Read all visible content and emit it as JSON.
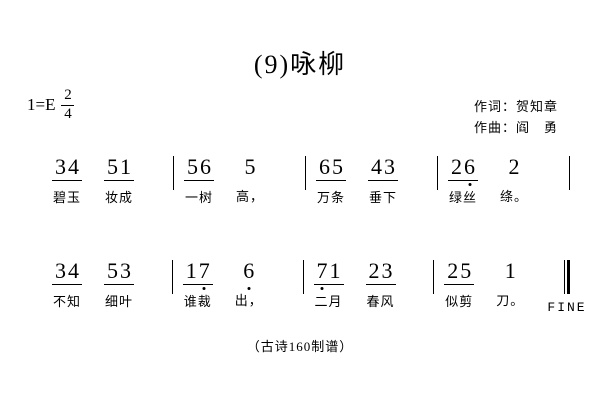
{
  "title": "(9)咏柳",
  "key_signature": {
    "tonality": "1=E",
    "meter_numerator": "2",
    "meter_denominator": "4"
  },
  "credits": {
    "lyricist": "作词：贺知章",
    "composer": "作曲：阎　勇"
  },
  "footer": "（古诗160制谱）",
  "score": {
    "lines": [
      {
        "end": "single",
        "measures": [
          {
            "beats": [
              {
                "notes": "34",
                "eighth": true,
                "dots": [],
                "lyric": "碧玉"
              },
              {
                "notes": "51",
                "eighth": true,
                "dots": [],
                "lyric": "妆成"
              }
            ]
          },
          {
            "beats": [
              {
                "notes": "56",
                "eighth": true,
                "dots": [],
                "lyric": "一树"
              },
              {
                "notes": "5",
                "eighth": false,
                "dots": [],
                "lyric": "高，"
              }
            ]
          },
          {
            "beats": [
              {
                "notes": "65",
                "eighth": true,
                "dots": [],
                "lyric": "万条"
              },
              {
                "notes": "43",
                "eighth": true,
                "dots": [],
                "lyric": "垂下"
              }
            ]
          },
          {
            "beats": [
              {
                "notes": "26",
                "eighth": true,
                "dots": [
                  1
                ],
                "lyric": "绿丝"
              },
              {
                "notes": "2",
                "eighth": false,
                "dots": [],
                "lyric": "绦。"
              }
            ]
          }
        ]
      },
      {
        "end": "final",
        "end_label": "FINE",
        "measures": [
          {
            "beats": [
              {
                "notes": "34",
                "eighth": true,
                "dots": [],
                "lyric": "不知"
              },
              {
                "notes": "53",
                "eighth": true,
                "dots": [],
                "lyric": "细叶"
              }
            ]
          },
          {
            "beats": [
              {
                "notes": "17",
                "eighth": true,
                "dots": [
                  1
                ],
                "lyric": "谁裁"
              },
              {
                "notes": "6",
                "eighth": false,
                "dots": [
                  0
                ],
                "lyric": "出，"
              }
            ]
          },
          {
            "beats": [
              {
                "notes": "71",
                "eighth": true,
                "dots": [
                  0
                ],
                "lyric": "二月"
              },
              {
                "notes": "23",
                "eighth": true,
                "dots": [],
                "lyric": "春风"
              }
            ]
          },
          {
            "beats": [
              {
                "notes": "25",
                "eighth": true,
                "dots": [],
                "lyric": "似剪"
              },
              {
                "notes": "1",
                "eighth": false,
                "dots": [],
                "lyric": "刀。"
              }
            ]
          }
        ]
      }
    ]
  }
}
